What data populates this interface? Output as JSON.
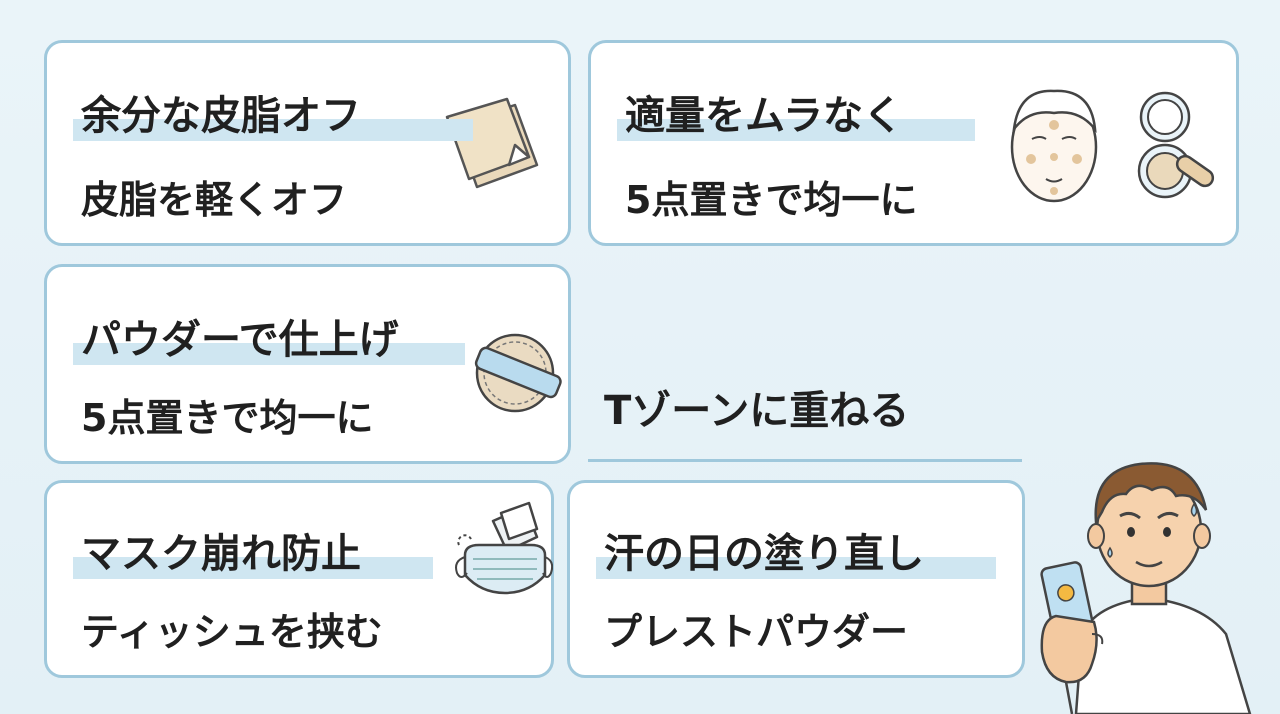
{
  "cards": [
    {
      "title": "余分な皮脂オフ",
      "sub": "皮脂を軽くオフ",
      "icon": "oil-blotting-paper-icon"
    },
    {
      "title": "適量をムラなく",
      "sub": "5点置きで均一に",
      "icon": "face-dots-icon"
    },
    {
      "title": "パウダーで仕上げ",
      "sub": "5点置きで均一に",
      "icon": "powder-puff-icon"
    },
    {
      "title": "マスク崩れ防止",
      "sub": "ティッシュを挟む",
      "icon": "mask-tissue-icon"
    },
    {
      "title": "汗の日の塗り直し",
      "sub": "プレストパウダー",
      "icon": "compact-case-icon"
    }
  ],
  "tzone_text": "Tゾーンに重ねる",
  "illustration": "man-holding-sunscreen-icon",
  "colors": {
    "border": "#9fc8dc",
    "highlight": "#cfe6f1",
    "background": "#e6f2f8"
  }
}
